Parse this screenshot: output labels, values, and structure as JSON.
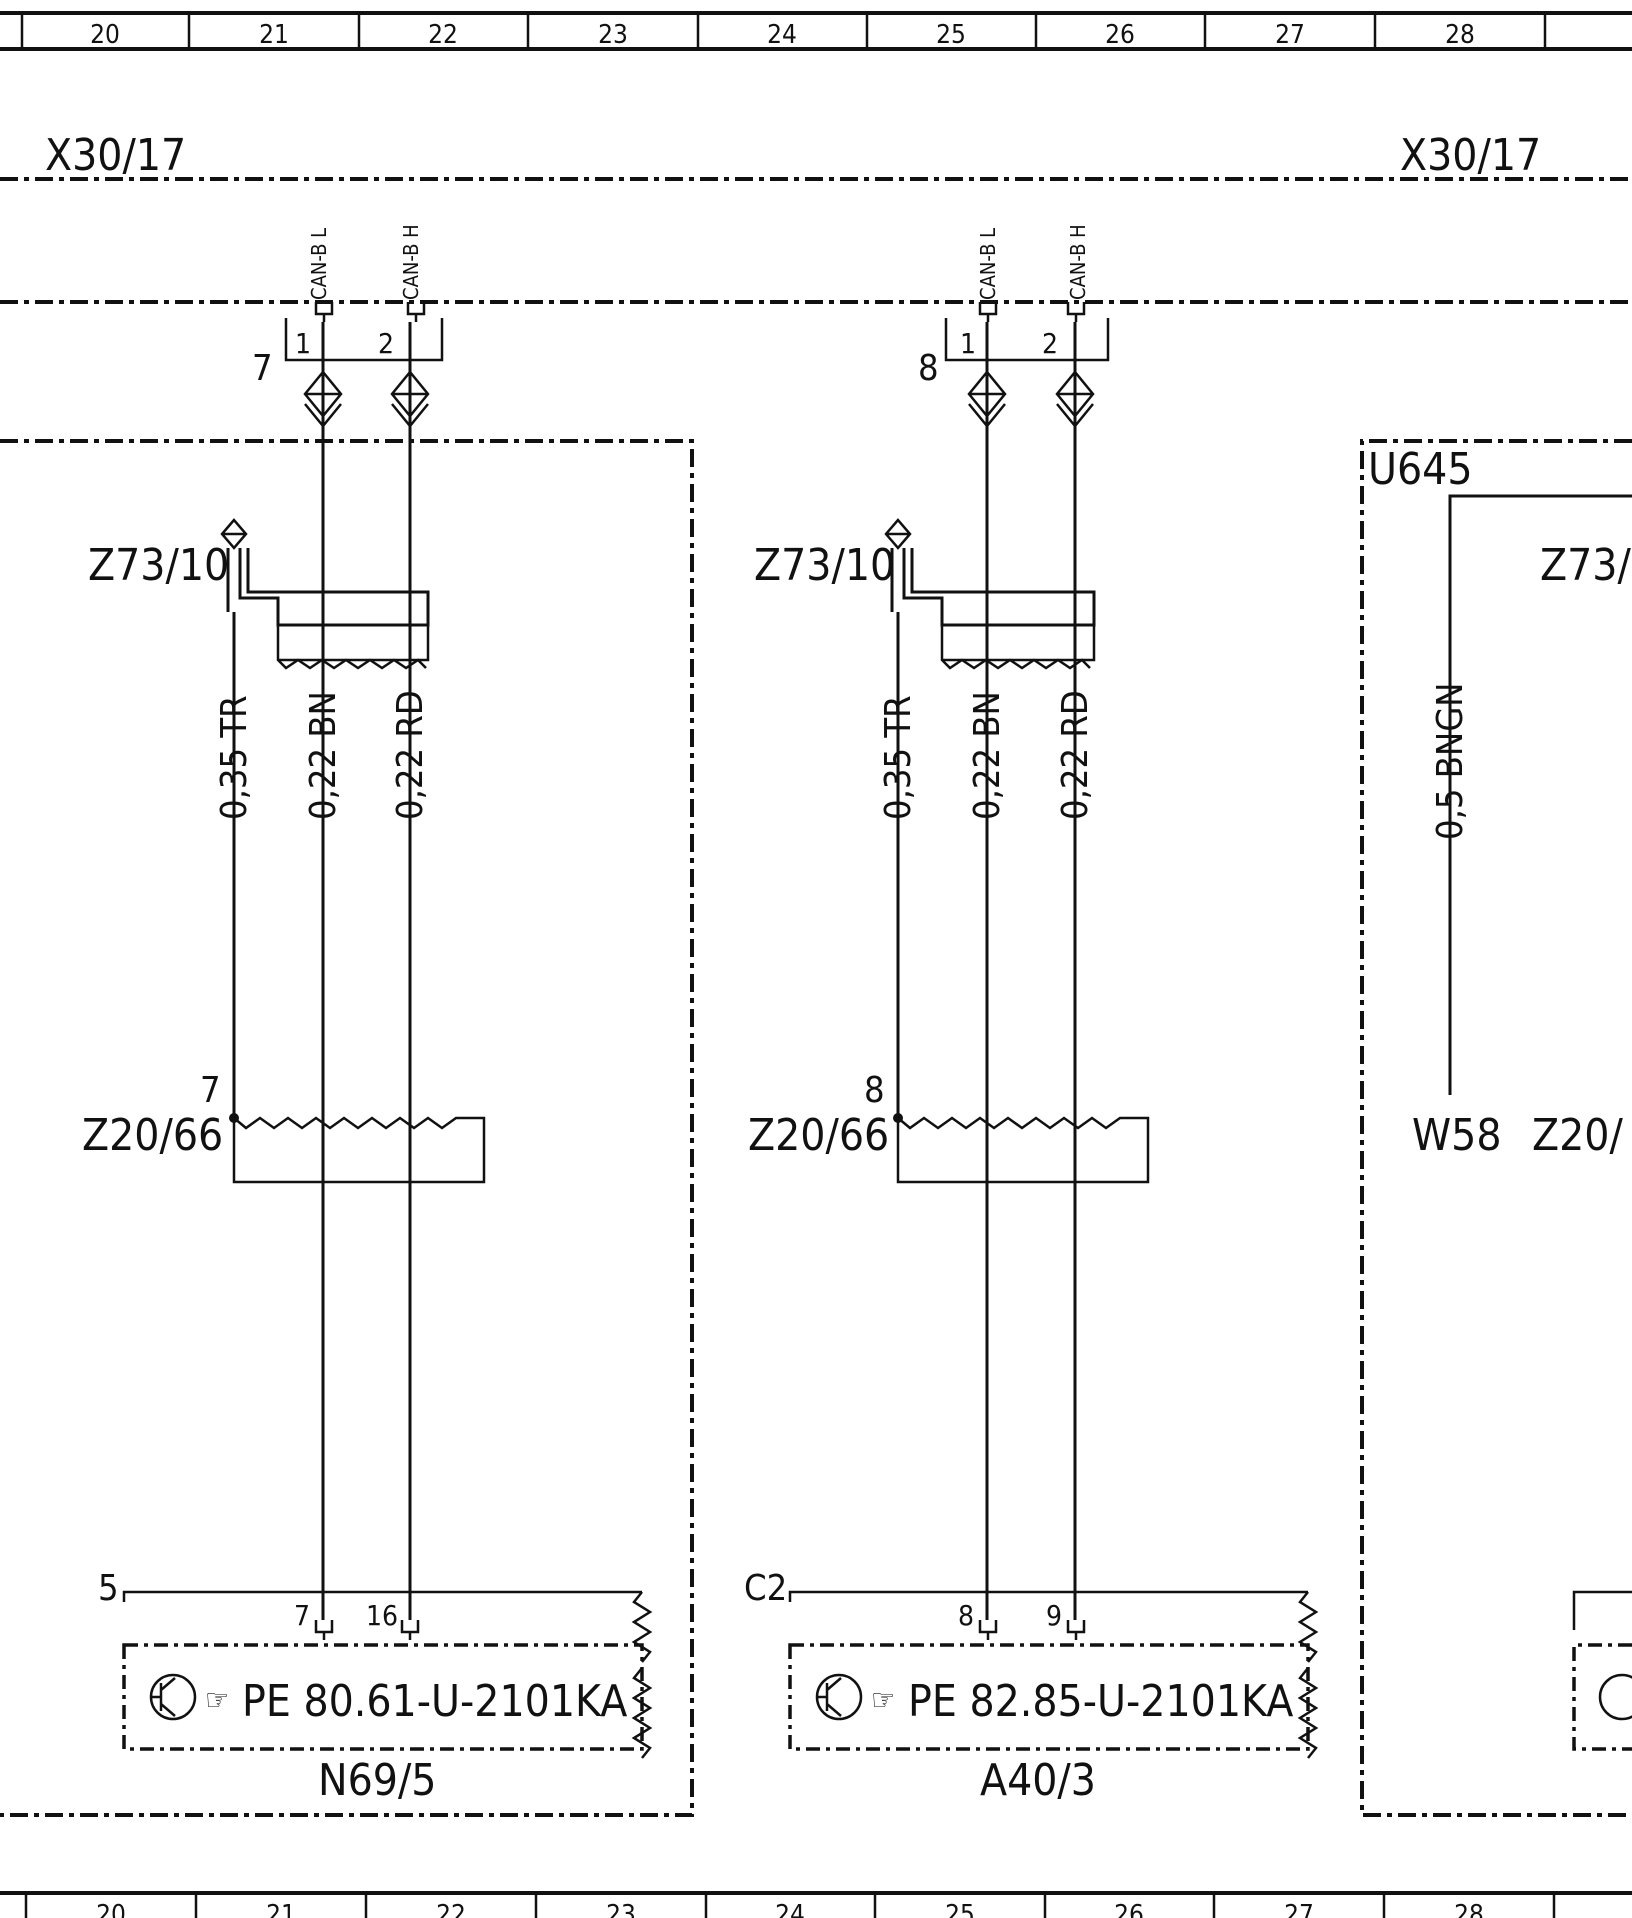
{
  "ruler_top": [
    "20",
    "21",
    "22",
    "23",
    "24",
    "25",
    "26",
    "27",
    "28"
  ],
  "ruler_bottom": [
    "20",
    "21",
    "22",
    "23",
    "24",
    "25",
    "26",
    "27",
    "28"
  ],
  "bus": {
    "left_label": "X30/17",
    "right_label": "X30/17"
  },
  "branch1": {
    "connector_num": "7",
    "pin1": "1",
    "pin2": "2",
    "can_l": "CAN-B L",
    "can_h": "CAN-B H",
    "splice_top": "Z73/10",
    "wire_tr": "0,35 TR",
    "wire_bn": "0,22 BN",
    "wire_rd": "0,22 RD",
    "splice_bottom_num": "7",
    "splice_bottom": "Z20/66",
    "module_conn": "5",
    "pin_a": "7",
    "pin_b": "16",
    "module_ref": "PE 80.61-U-2101KA",
    "module_id": "N69/5"
  },
  "branch2": {
    "connector_num": "8",
    "pin1": "1",
    "pin2": "2",
    "can_l": "CAN-B L",
    "can_h": "CAN-B H",
    "splice_top": "Z73/10",
    "wire_tr": "0,35 TR",
    "wire_bn": "0,22 BN",
    "wire_rd": "0,22 RD",
    "splice_bottom_num": "8",
    "splice_bottom": "Z20/66",
    "module_conn": "C2",
    "pin_a": "8",
    "pin_b": "9",
    "module_ref": "PE 82.85-U-2101KA",
    "module_id": "A40/3"
  },
  "branch3": {
    "box_label": "U645",
    "splice_top": "Z73/",
    "wire": "0,5 BNGN",
    "bottom_left": "W58",
    "bottom_right": "Z20/"
  }
}
